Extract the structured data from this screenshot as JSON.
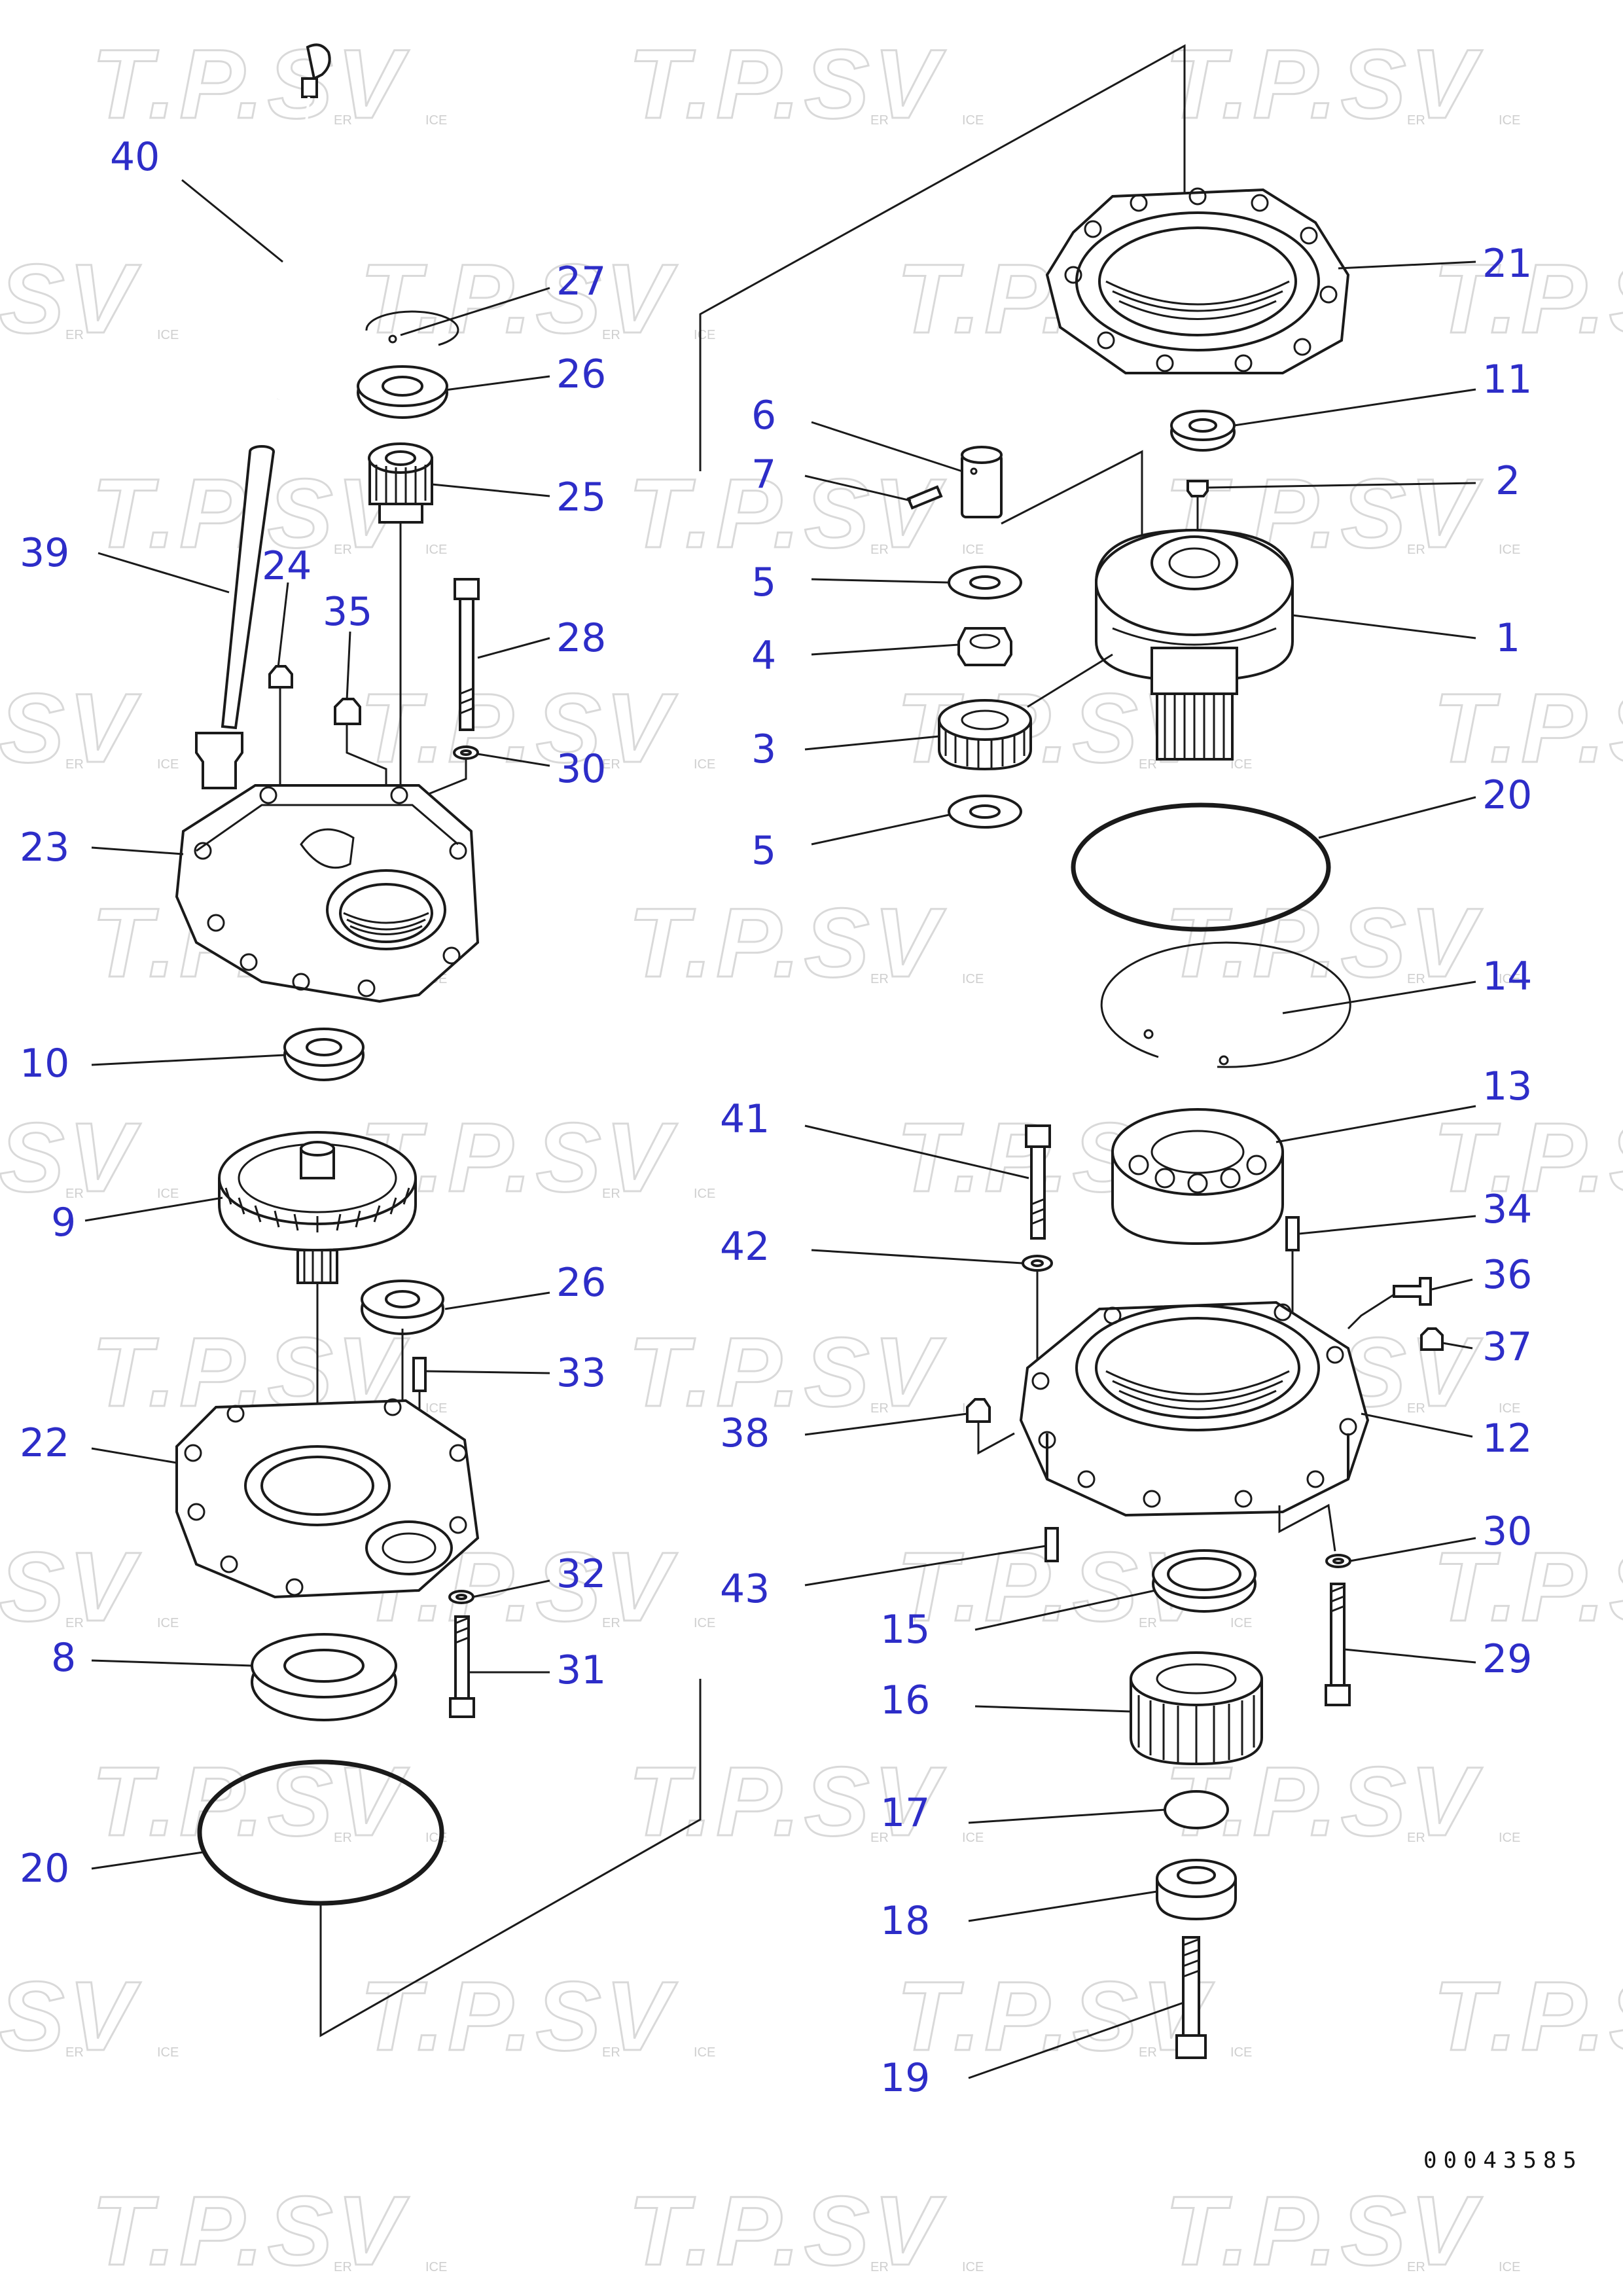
{
  "document_number": "00043585",
  "watermark": {
    "text": "T.P.SV",
    "small_left": "ER",
    "small_right": "ICE"
  },
  "callouts": [
    {
      "id": "c40",
      "label": "40"
    },
    {
      "id": "c27",
      "label": "27"
    },
    {
      "id": "c26a",
      "label": "26"
    },
    {
      "id": "c25",
      "label": "25"
    },
    {
      "id": "c39",
      "label": "39"
    },
    {
      "id": "c24",
      "label": "24"
    },
    {
      "id": "c35",
      "label": "35"
    },
    {
      "id": "c28",
      "label": "28"
    },
    {
      "id": "c30a",
      "label": "30"
    },
    {
      "id": "c23",
      "label": "23"
    },
    {
      "id": "c10",
      "label": "10"
    },
    {
      "id": "c9",
      "label": "9"
    },
    {
      "id": "c26b",
      "label": "26"
    },
    {
      "id": "c33",
      "label": "33"
    },
    {
      "id": "c22",
      "label": "22"
    },
    {
      "id": "c32",
      "label": "32"
    },
    {
      "id": "c8",
      "label": "8"
    },
    {
      "id": "c31",
      "label": "31"
    },
    {
      "id": "c20b",
      "label": "20"
    },
    {
      "id": "c21",
      "label": "21"
    },
    {
      "id": "c11",
      "label": "11"
    },
    {
      "id": "c6",
      "label": "6"
    },
    {
      "id": "c7",
      "label": "7"
    },
    {
      "id": "c2",
      "label": "2"
    },
    {
      "id": "c5a",
      "label": "5"
    },
    {
      "id": "c4",
      "label": "4"
    },
    {
      "id": "c1",
      "label": "1"
    },
    {
      "id": "c3",
      "label": "3"
    },
    {
      "id": "c5b",
      "label": "5"
    },
    {
      "id": "c20a",
      "label": "20"
    },
    {
      "id": "c14",
      "label": "14"
    },
    {
      "id": "c41",
      "label": "41"
    },
    {
      "id": "c13",
      "label": "13"
    },
    {
      "id": "c34",
      "label": "34"
    },
    {
      "id": "c42",
      "label": "42"
    },
    {
      "id": "c36",
      "label": "36"
    },
    {
      "id": "c37",
      "label": "37"
    },
    {
      "id": "c38",
      "label": "38"
    },
    {
      "id": "c12",
      "label": "12"
    },
    {
      "id": "c30b",
      "label": "30"
    },
    {
      "id": "c43",
      "label": "43"
    },
    {
      "id": "c15",
      "label": "15"
    },
    {
      "id": "c29",
      "label": "29"
    },
    {
      "id": "c16",
      "label": "16"
    },
    {
      "id": "c17",
      "label": "17"
    },
    {
      "id": "c18",
      "label": "18"
    },
    {
      "id": "c19",
      "label": "19"
    }
  ]
}
